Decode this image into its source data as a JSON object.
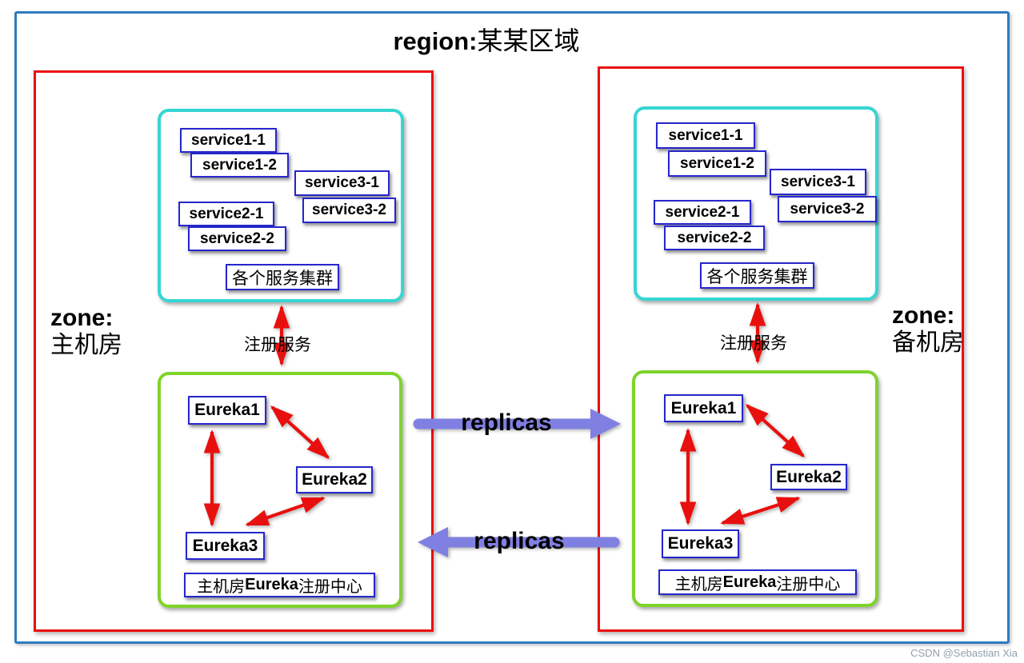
{
  "title": {
    "prefix": "region:",
    "region_name": "某某区域"
  },
  "watermark": "CSDN @Sebastian Xia",
  "replicas": {
    "top_label": "replicas",
    "bottom_label": "replicas"
  },
  "zones": {
    "left": {
      "label_en": "zone:",
      "label_cn": "主机房",
      "services": [
        "service1-1",
        "service1-2",
        "service3-1",
        "service3-2",
        "service2-1",
        "service2-2"
      ],
      "cluster_label": "各个服务集群",
      "register_label": "注册服务",
      "eureka": [
        "Eureka1",
        "Eureka2",
        "Eureka3"
      ],
      "eureka_label": {
        "prefix": "主机房",
        "bold": "Eureka",
        "suffix": "注册中心"
      }
    },
    "right": {
      "label_en": "zone:",
      "label_cn": "备机房",
      "services": [
        "service1-1",
        "service1-2",
        "service3-1",
        "service3-2",
        "service2-1",
        "service2-2"
      ],
      "cluster_label": "各个服务集群",
      "register_label": "注册服务",
      "eureka": [
        "Eureka1",
        "Eureka2",
        "Eureka3"
      ],
      "eureka_label": {
        "prefix": "主机房",
        "bold": "Eureka",
        "suffix": "注册中心"
      }
    }
  },
  "colors": {
    "outer_border": "#2e7bbf",
    "zone_border": "#ea0f0f",
    "cluster_border": "#35d6d4",
    "registry_border": "#7fd32a",
    "node_border": "#2626cc",
    "arrow_red": "#e8100e",
    "replicas_arrow": "#8080e2"
  }
}
